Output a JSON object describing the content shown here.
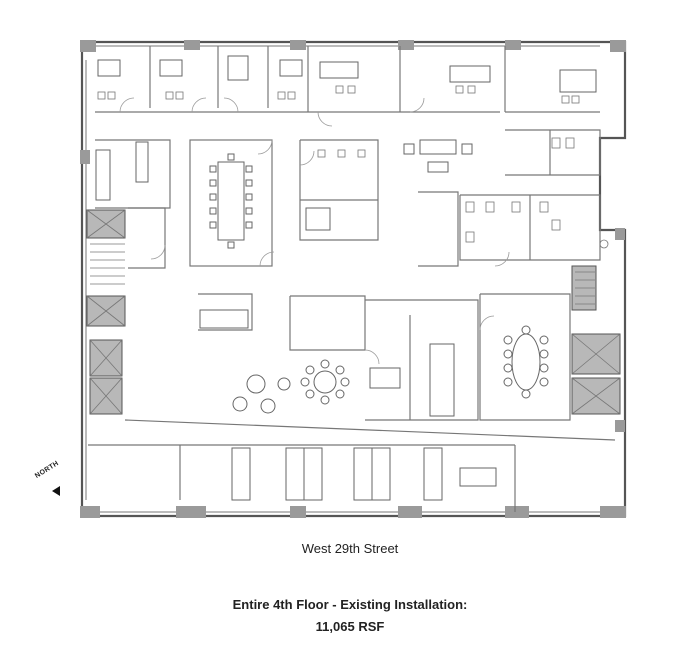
{
  "plan": {
    "street_label": "West 29th Street",
    "north_label": "NORTH",
    "caption_title": "Entire 4th Floor - Existing Installation:",
    "caption_area": "11,065 RSF",
    "colors": {
      "wall": "#555555",
      "column": "#9a9a9a",
      "elevator": "#b8b8b8",
      "line": "#8a8a8a",
      "furniture": "#666666"
    },
    "icons": [
      "north-arrow-icon"
    ]
  }
}
